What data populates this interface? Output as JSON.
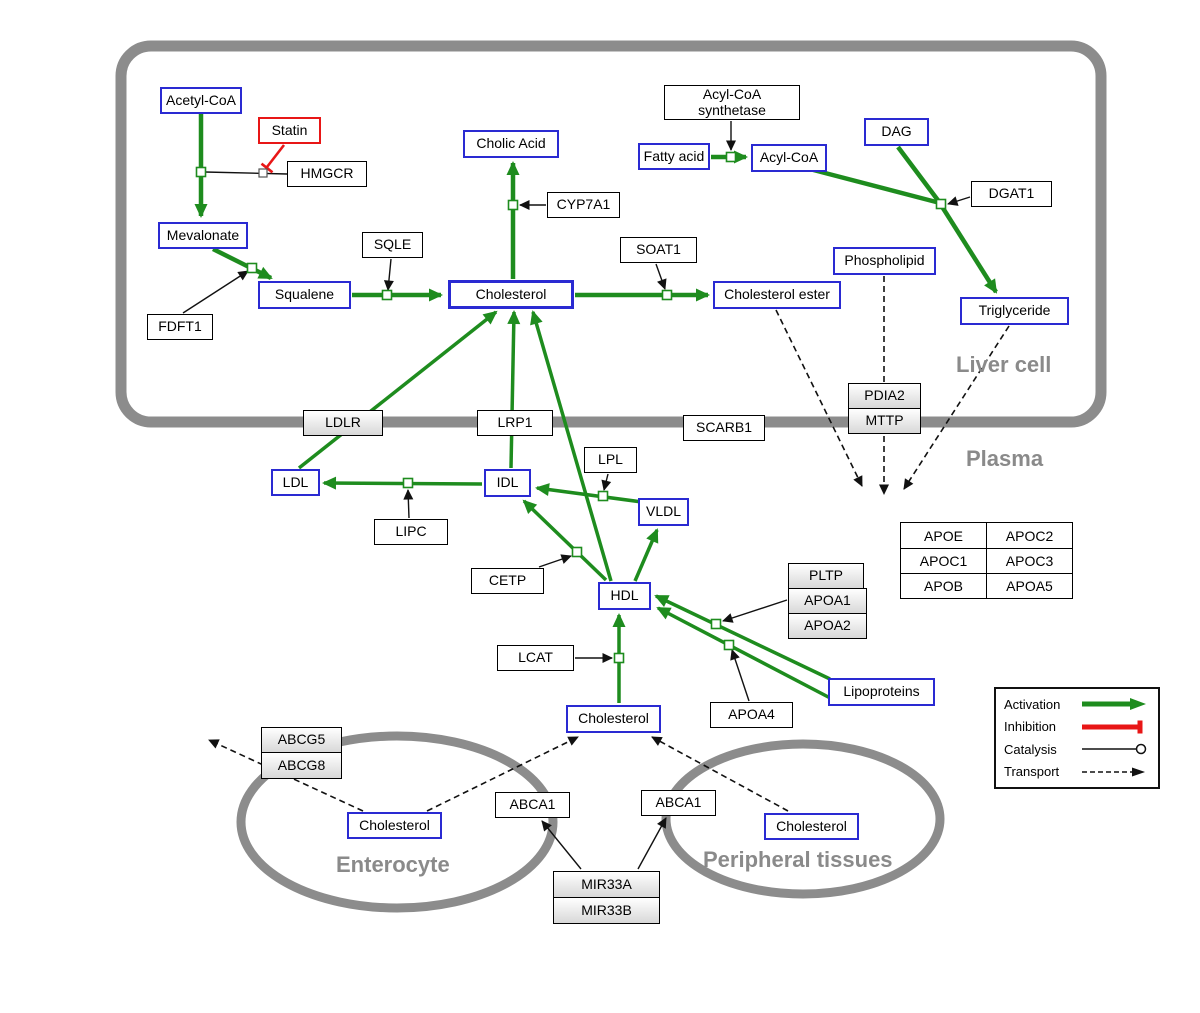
{
  "compartments": {
    "liver": "Liver cell",
    "plasma": "Plasma",
    "enterocyte": "Enterocyte",
    "peripheral": "Peripheral tissues"
  },
  "nodes": {
    "acetyl_coa": "Acetyl-CoA",
    "statin": "Statin",
    "hmgcr": "HMGCR",
    "mevalonate": "Mevalonate",
    "fdft1": "FDFT1",
    "squalene": "Squalene",
    "sqle": "SQLE",
    "cholesterol": "Cholesterol",
    "cholic_acid": "Cholic Acid",
    "cyp7a1": "CYP7A1",
    "soat1": "SOAT1",
    "cholesterol_ester": "Cholesterol ester",
    "acyl_coa_synthetase": "Acyl-CoA synthetase",
    "fatty_acid": "Fatty acid",
    "acyl_coa": "Acyl-CoA",
    "dag": "DAG",
    "dgat1": "DGAT1",
    "phospholipid": "Phospholipid",
    "triglyceride": "Triglyceride",
    "ldlr": "LDLR",
    "lrp1": "LRP1",
    "scarb1": "SCARB1",
    "pdia2": "PDIA2",
    "mttp": "MTTP",
    "ldl": "LDL",
    "idl": "IDL",
    "lipc": "LIPC",
    "lpl": "LPL",
    "vldl": "VLDL",
    "cetp": "CETP",
    "hdl": "HDL",
    "lcat": "LCAT",
    "apoa4": "APOA4",
    "lipoproteins": "Lipoproteins",
    "pltp": "PLTP",
    "apoa1": "APOA1",
    "apoa2": "APOA2",
    "abcg5": "ABCG5",
    "abcg8": "ABCG8",
    "abca1": "ABCA1",
    "mir33a": "MIR33A",
    "mir33b": "MIR33B"
  },
  "apo_table": [
    [
      "APOE",
      "APOC2"
    ],
    [
      "APOC1",
      "APOC3"
    ],
    [
      "APOB",
      "APOA5"
    ]
  ],
  "legend": {
    "activation": "Activation",
    "inhibition": "Inhibition",
    "catalysis": "Catalysis",
    "transport": "Transport"
  },
  "colors": {
    "activation": "#1e8c1e",
    "inhibition": "#e81616",
    "metabolite_border": "#2a2ad2",
    "compartment": "#8a8a8a"
  }
}
